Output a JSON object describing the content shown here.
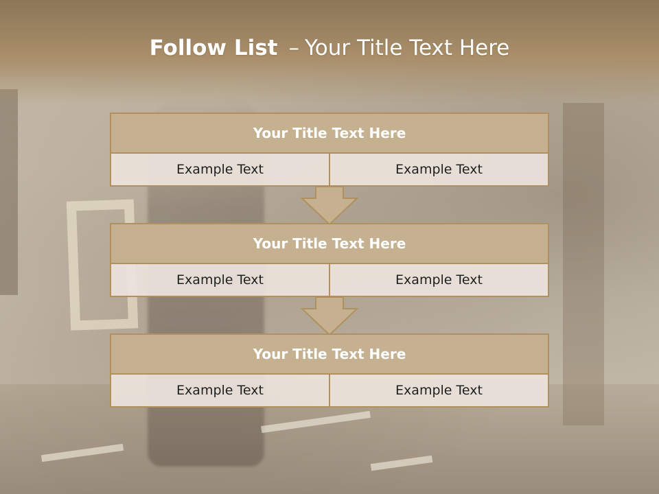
{
  "header": {
    "title_bold": "Follow List",
    "title_dash": "–",
    "title_rest": "Your Title Text Here"
  },
  "blocks": [
    {
      "title": "Your Title Text Here",
      "cells": [
        "Example Text",
        "Example Text"
      ]
    },
    {
      "title": "Your Title Text Here",
      "cells": [
        "Example Text",
        "Example Text"
      ]
    },
    {
      "title": "Your Title Text Here",
      "cells": [
        "Example Text",
        "Example Text"
      ]
    }
  ],
  "arrows": [
    "down-arrow-icon",
    "down-arrow-icon"
  ],
  "colors": {
    "header": "#a98e69",
    "block_head": "#c5b090",
    "border": "#b0905e",
    "cell": "#ece4dc"
  }
}
